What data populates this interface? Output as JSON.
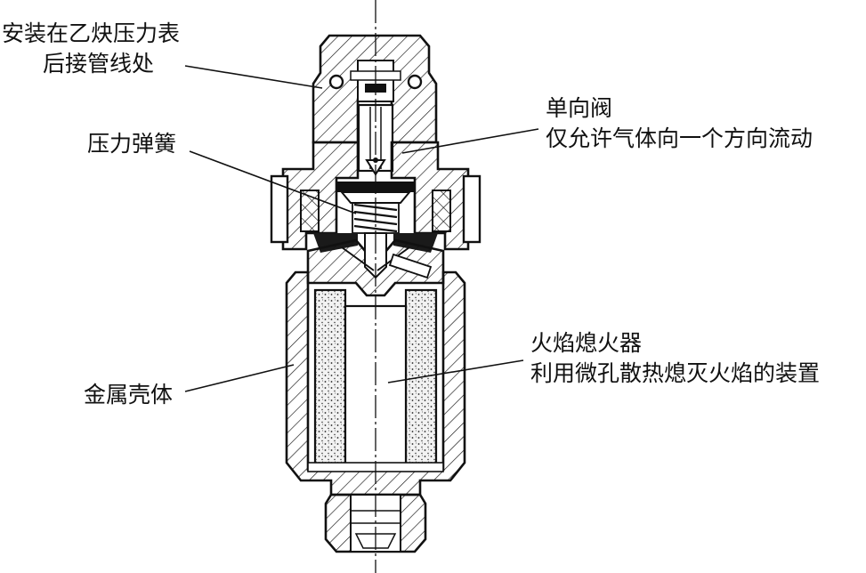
{
  "labels": {
    "mount_line1": "安装在乙炔压力表",
    "mount_line2": "后接管线处",
    "check_valve_line1": "单向阀",
    "check_valve_line2": "仅允许气体向一个方向流动",
    "spring": "压力弹簧",
    "arrestor_line1": "火焰熄火器",
    "arrestor_line2": "利用微孔散热熄灭火焰的装置",
    "housing": "金属壳体"
  },
  "colors": {
    "ink": "#111111",
    "background": "#ffffff",
    "seal": "#1a1a1a",
    "porous_fill": "#f2f2f2"
  }
}
